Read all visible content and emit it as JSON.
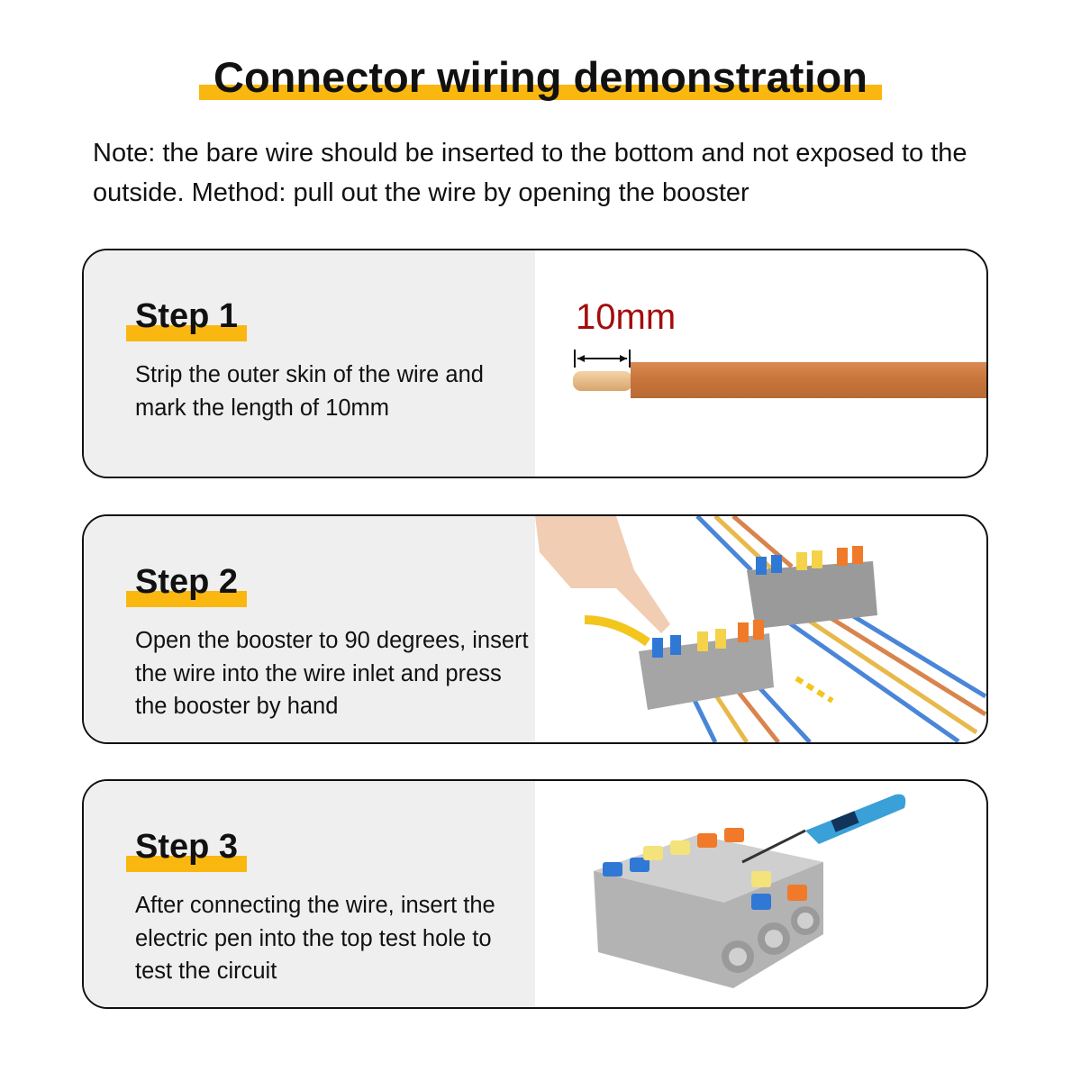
{
  "title": "Connector wiring demonstration",
  "note": "Note: the bare wire should be inserted to the bottom and not exposed to the outside. Method: pull out the wire by opening the booster",
  "steps": [
    {
      "label": "Step 1",
      "description": "Strip the outer skin of the wire and mark the length of 10mm",
      "image_label": "10mm"
    },
    {
      "label": "Step 2",
      "description": "Open the booster to 90 degrees, insert the wire into the wire inlet and press the booster by hand"
    },
    {
      "label": "Step 3",
      "description": "After connecting the wire, insert the electric pen into the top test hole to test the circuit"
    }
  ],
  "colors": {
    "accent": "#f9b710",
    "measure": "#a40d0d",
    "wire": "#cf7f45"
  }
}
